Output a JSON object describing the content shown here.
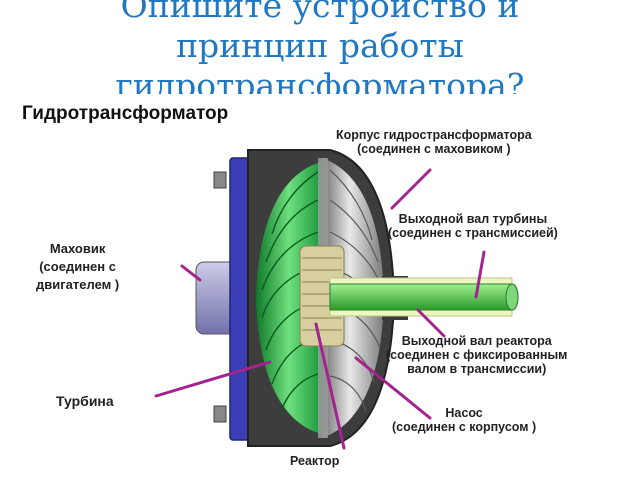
{
  "slide": {
    "title_lines": [
      "Опишите устройство и",
      "принцип работы",
      "гидротрансформатора?"
    ]
  },
  "diagram": {
    "title": "Гидротрансформатор",
    "labels": {
      "housing": [
        "Корпус гидространс­форматора",
        "(соединен с маховиком )"
      ],
      "turbine_shaft": [
        "Выходной вал турбины",
        "(соединен с трансмиссией)"
      ],
      "flywheel": [
        "Маховик",
        "(соединен с",
        "двигателем )"
      ],
      "reactor_shaft": [
        "Выходной вал реактора",
        "(соединен с фиксированным",
        "валом в трансмиссии)"
      ],
      "turbine": [
        "Турбина"
      ],
      "pump": [
        "Насос",
        "(соединен с корпусом )"
      ],
      "reactor": [
        "Реактор"
      ]
    },
    "colors": {
      "pointer": "#a4238f",
      "green": "#2eb34a",
      "flywheel": "#3a3fb5"
    }
  }
}
